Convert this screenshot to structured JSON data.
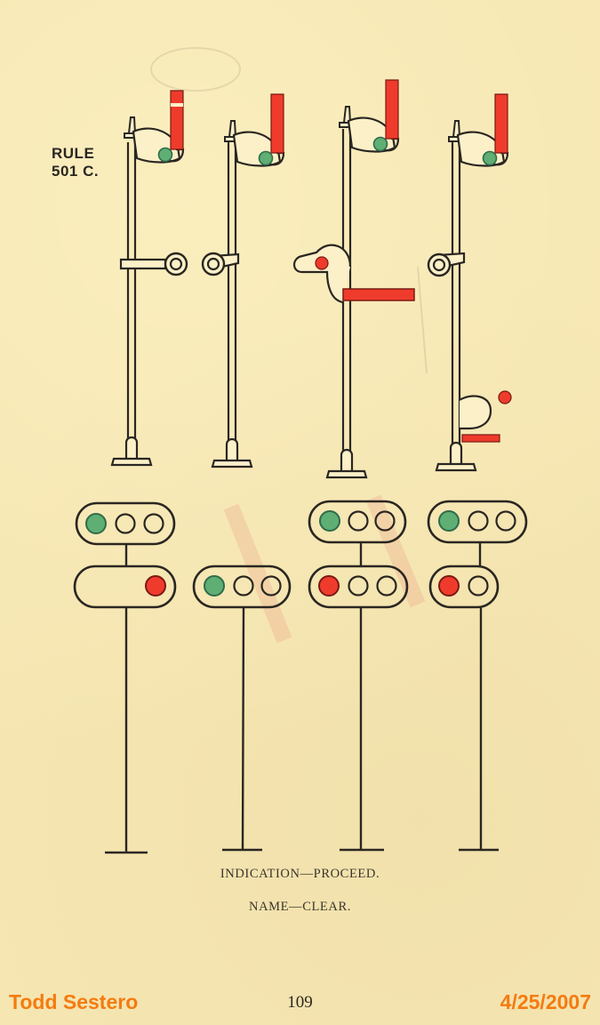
{
  "rule": {
    "line1": "RULE",
    "line2": "501 C."
  },
  "captions": {
    "indication": "INDICATION—PROCEED.",
    "name": "NAME—CLEAR."
  },
  "footer": {
    "author": "Todd Sestero",
    "page_number": "109",
    "date": "4/25/2007"
  },
  "colors": {
    "paper": "#f6e7b3",
    "ink": "#2a2622",
    "red": "#ef3b2c",
    "green": "#5fae74",
    "footer_orange": "#f57b10"
  },
  "semaphore_signals": [
    {
      "id": 1,
      "top_arm": "vertical-clear",
      "top_lamp": "green",
      "lower": "ring-right"
    },
    {
      "id": 2,
      "top_arm": "vertical-clear",
      "top_lamp": "green",
      "lower": "ring-left"
    },
    {
      "id": 3,
      "top_arm": "vertical-clear",
      "top_lamp": "green",
      "lower": "horizontal-red-arm-with-red-lamp"
    },
    {
      "id": 4,
      "top_arm": "vertical-clear",
      "top_lamp": "green",
      "lower": "ring-left",
      "dwarf": "horizontal-red-arm-with-red-lamp"
    }
  ],
  "color_light_signals": [
    {
      "id": 1,
      "upper": [
        "green",
        "off",
        "off"
      ],
      "lower": [
        "off",
        "off",
        "red"
      ]
    },
    {
      "id": 2,
      "upper": null,
      "lower": [
        "green",
        "off",
        "off"
      ]
    },
    {
      "id": 3,
      "upper": [
        "green",
        "off",
        "off"
      ],
      "lower": [
        "red",
        "off",
        "off"
      ]
    },
    {
      "id": 4,
      "upper": [
        "green",
        "off",
        "off"
      ],
      "lower": [
        "red",
        "off"
      ]
    }
  ]
}
